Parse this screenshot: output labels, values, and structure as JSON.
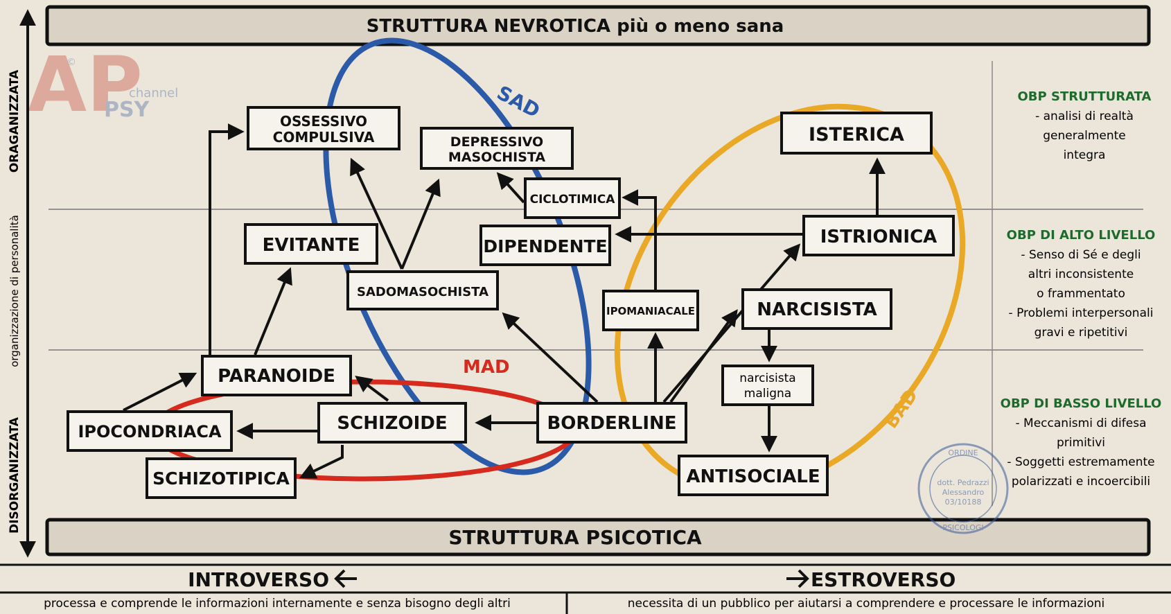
{
  "header": {
    "top_band": "STRUTTURA NEVROTICA più o meno sana",
    "bottom_band": "STRUTTURA PSICOTICA"
  },
  "axis": {
    "vertical_label": "organizzazione di personalità",
    "top_label": "ORAGANIZZATA",
    "bottom_label": "DISORGANIZZATA",
    "left_label": "INTROVERSO",
    "right_label": "ESTROVERSO",
    "left_caption": "processa e comprende le informazioni internamente e senza bisogno degli altri",
    "right_caption": "necessita di un pubblico per aiutarsi a comprendere e processare le informazioni"
  },
  "clusters": {
    "sad": "SAD",
    "mad": "MAD",
    "bad": "BAD"
  },
  "colors": {
    "sad": "#2a5aa8",
    "mad": "#d62a1e",
    "bad": "#e9a826",
    "side_title": "#1d6b2c",
    "ink": "#111111"
  },
  "nodes": {
    "ossessivo": [
      "OSSESSIVO",
      "COMPULSIVA"
    ],
    "depressivo": [
      "DEPRESSIVO",
      "MASOCHISTA"
    ],
    "isterica": "ISTERICA",
    "ciclotimica": "CICLOTIMICA",
    "evitante": "EVITANTE",
    "dipendente": "DIPENDENTE",
    "istrionica": "ISTRIONICA",
    "sadomasochista": "SADOMASOCHISTA",
    "ipomaniacale": "IPOMANIACALE",
    "narcisista": "NARCISISTA",
    "paranoide": "PARANOIDE",
    "narcisista_maligna": [
      "narcisista",
      "maligna"
    ],
    "ipocondriaca": "IPOCONDRIACA",
    "schizoide": "SCHIZOIDE",
    "borderline": "BORDERLINE",
    "schizotipica": "SCHIZOTIPICA",
    "antisociale": "ANTISOCIALE"
  },
  "side_panel": {
    "strutturata": {
      "title": "OBP STRUTTURATA",
      "lines": [
        "- analisi di realtà",
        "generalmente",
        "integra"
      ]
    },
    "alto": {
      "title": "OBP DI ALTO LIVELLO",
      "lines": [
        "- Senso di Sé e degli",
        "altri inconsistente",
        "o frammentato",
        "- Problemi interpersonali",
        "gravi e ripetitivi"
      ]
    },
    "basso": {
      "title": "OBP DI BASSO LIVELLO",
      "lines": [
        "- Meccanismi di difesa",
        "primitivi",
        "- Soggetti estremamente",
        "polarizzati e incoercibili"
      ]
    }
  },
  "logo": {
    "main": "AP",
    "sub": "channel",
    "sub2": "PSY",
    "copyright": "©"
  },
  "stamp": {
    "ring_top": "ORDINE",
    "ring_bottom": "PSICOLOGI",
    "name": [
      "dott. Pedrazzi",
      "Alessandro",
      "03/10188"
    ]
  }
}
